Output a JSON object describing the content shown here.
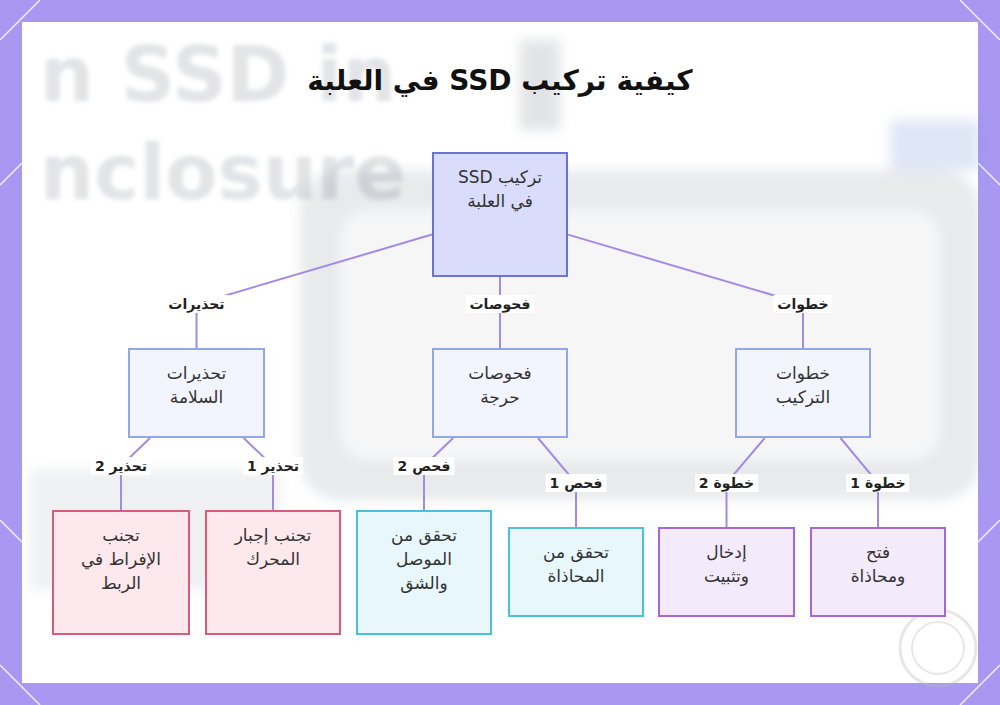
{
  "diagram": {
    "title": "كيفية تركيب SSD في العلبة",
    "nodes": [
      {
        "text": [
          "تركيب SSD في العلبة"
        ]
      },
      {
        "text": [
          "خطوات التركيب"
        ]
      },
      {
        "text": [
          "فحوصات حرجة"
        ]
      },
      {
        "text": [
          "تحذيرات السلامة"
        ]
      },
      {
        "text": [
          "فتح ومحاذاة"
        ]
      },
      {
        "text": [
          "إدخال وتثبيت"
        ]
      },
      {
        "text": [
          "تحقق من المحاذاة"
        ]
      },
      {
        "text": [
          "تحقق من الموصل والشق"
        ]
      },
      {
        "text": [
          "تجنب إجبار المحرك"
        ]
      },
      {
        "text": [
          "تجنب الإفراط في الربط"
        ]
      }
    ],
    "edges": [
      {
        "from": 0,
        "to": 1,
        "label": "خطوات",
        "arrow": "none"
      },
      {
        "from": 0,
        "to": 2,
        "label": "فحوصات",
        "arrow": "none"
      },
      {
        "from": 0,
        "to": 3,
        "label": "تحذيرات",
        "arrow": "none"
      },
      {
        "from": 1,
        "to": 4,
        "label": "خطوة 1",
        "arrow": "none"
      },
      {
        "from": 1,
        "to": 5,
        "label": "خطوة 2",
        "arrow": "none"
      },
      {
        "from": 2,
        "to": 6,
        "label": "فحص 1",
        "arrow": "none"
      },
      {
        "from": 2,
        "to": 7,
        "label": "فحص 2",
        "arrow": "none"
      },
      {
        "from": 3,
        "to": 8,
        "label": "تحذير 1",
        "arrow": "none"
      },
      {
        "from": 3,
        "to": 9,
        "label": "تحذير 2",
        "arrow": "none"
      }
    ],
    "labels": [
      "n SSD in",
      "nclosure"
    ]
  }
}
